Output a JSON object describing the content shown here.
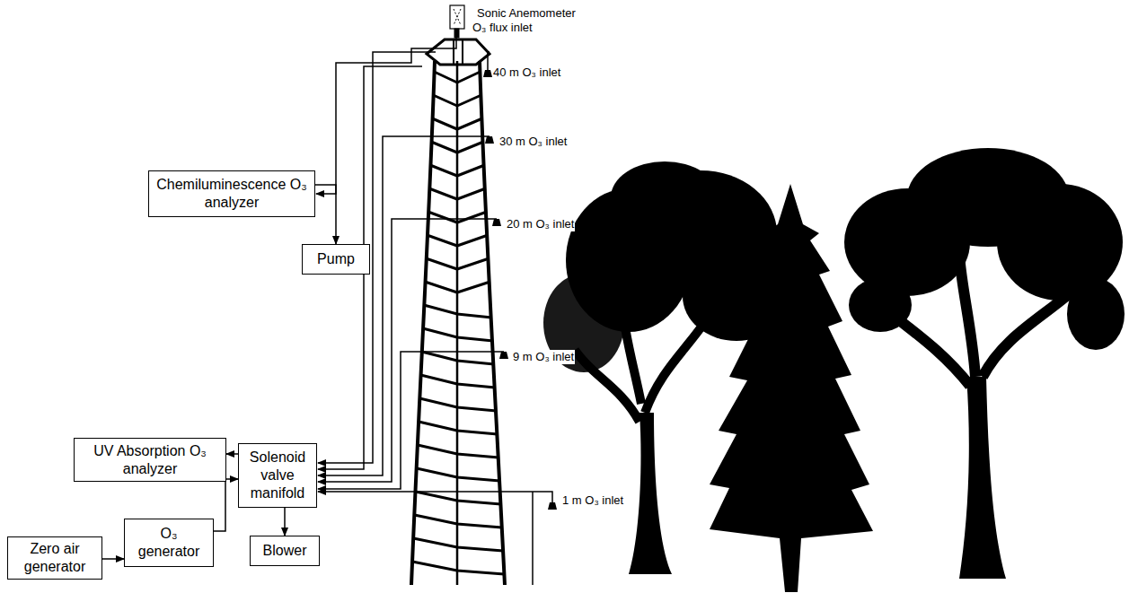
{
  "diagram": {
    "nodes": [
      {
        "text": [
          "Chemiluminescence O₃ analyzer"
        ]
      },
      {
        "text": [
          "Pump"
        ]
      },
      {
        "text": [
          "UV Absorption O₃ analyzer"
        ]
      },
      {
        "text": [
          "Solenoid valve manifold"
        ]
      },
      {
        "text": [
          "Zero air generator"
        ]
      },
      {
        "text": [
          "O₃ generator"
        ]
      },
      {
        "text": [
          "Blower"
        ]
      }
    ],
    "edges": [
      {
        "from": 0,
        "to": 1,
        "arrow": "to"
      },
      {
        "from": 3,
        "to": 2,
        "arrow": "to"
      },
      {
        "from": 4,
        "to": 5,
        "arrow": "to"
      },
      {
        "from": 5,
        "to": 3,
        "arrow": "to"
      },
      {
        "from": 3,
        "to": 6,
        "arrow": "to"
      }
    ],
    "labels": [
      "Sonic Anemometer",
      "O₃ flux inlet",
      "40 m O₃ inlet",
      "30 m O₃ inlet",
      "20 m O₃ inlet",
      "9 m O₃ inlet",
      "1 m O₃ inlet"
    ]
  }
}
